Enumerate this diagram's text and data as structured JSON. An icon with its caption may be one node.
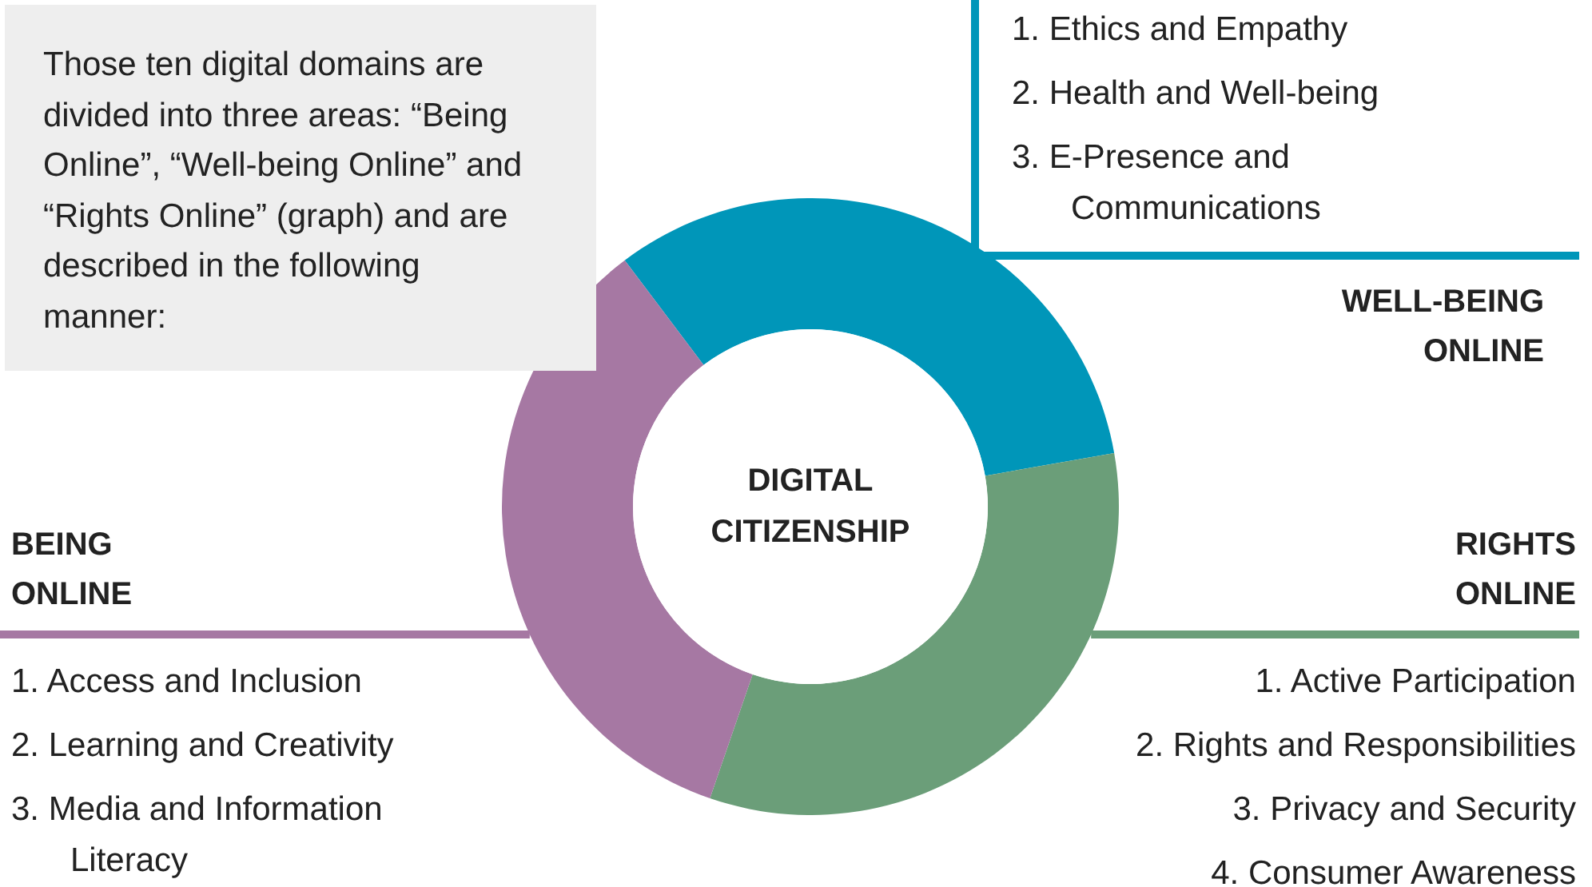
{
  "diagram": {
    "nodes": [
      {
        "text": [
          "Those ten digital domains are divided into three areas: “Being Online”, “Well-being Online” and “Rights Online” (graph) and are described in the following manner:"
        ]
      },
      {
        "text": [
          "DIGITAL CITIZENSHIP"
        ]
      },
      {
        "text": [],
        "shape": "arc"
      },
      {
        "text": [],
        "shape": "arc"
      },
      {
        "text": [],
        "shape": "arc"
      },
      {
        "text": [
          "WELL-BEING ONLINE",
          "1. Ethics and Empathy",
          "2. Health and Well-being",
          "3. E-Presence and Communications"
        ]
      },
      {
        "text": [
          "BEING ONLINE",
          "1. Access and Inclusion",
          "2. Learning and Creativity",
          "3. Media and Information Literacy"
        ]
      },
      {
        "text": [
          "RIGHTS ONLINE",
          "1. Active Participation",
          "2. Rights and Responsibilities",
          "3. Privacy and Security",
          "4. Consumer Awareness"
        ]
      }
    ],
    "edges": [
      {
        "from": 2,
        "to": 5,
        "arrow": "none",
        "color": "#0096b9"
      },
      {
        "from": 4,
        "to": 6,
        "arrow": "none",
        "color": "#a678a3"
      },
      {
        "from": 3,
        "to": 7,
        "arrow": "none",
        "color": "#6b9e79"
      }
    ]
  }
}
